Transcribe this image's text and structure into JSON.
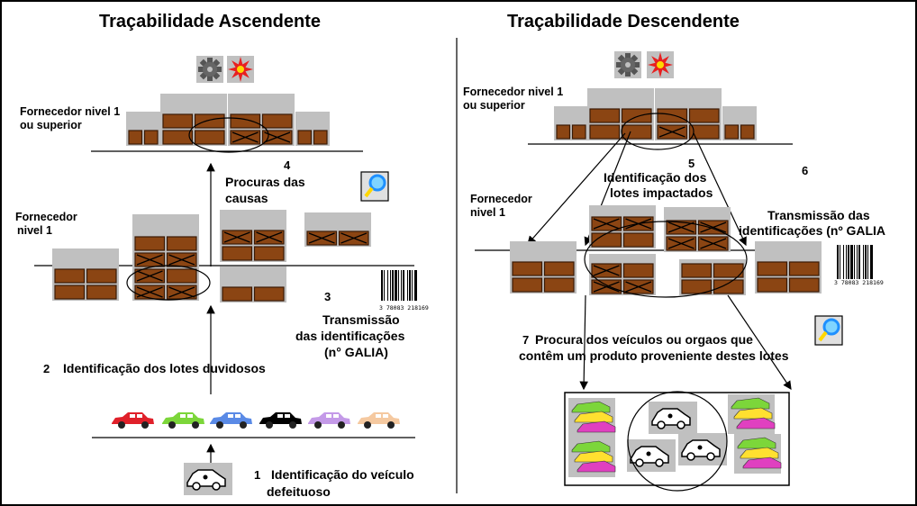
{
  "colors": {
    "brick": "#8B4513",
    "brick_dark": "#3a1a05",
    "pallet": "#c0c0c0",
    "magnifier": "#1e90ff",
    "car_colors": [
      "#e0202a",
      "#7cd63a",
      "#5a8ae6",
      "#000000",
      "#c49ae8",
      "#f5c9a0"
    ]
  },
  "icons": [
    "gear-icon",
    "explosion-icon",
    "magnifier-icon",
    "barcode-icon",
    "defective-car-icon",
    "car-icon"
  ],
  "left": {
    "title": "Traçabilidade Ascendente",
    "supplier_top": [
      "Fornecedor nivel 1",
      "ou superior"
    ],
    "supplier_1": [
      "Fornecedor",
      "nivel 1"
    ],
    "step4_num": "4",
    "step4": [
      "Procuras das",
      "causas"
    ],
    "step3_num": "3",
    "step3": [
      "Transmissão",
      "das identificações",
      "(n°   GALIA)"
    ],
    "step2_num": "2",
    "step2": "Identificação dos lotes duvidosos",
    "step1_num": "1",
    "step1": [
      "Identificação do veículo",
      "defeituoso"
    ],
    "barcode": "3   78083   218169"
  },
  "right": {
    "title": "Traçabilidade Descendente",
    "supplier_top": [
      "Fornecedor nivel 1",
      "ou superior"
    ],
    "supplier_1": [
      "Fornecedor",
      "nivel 1"
    ],
    "step5_num": "5",
    "step5": [
      "Identificação dos",
      "lotes impactados"
    ],
    "step6_num": "6",
    "step6": [
      "Transmissão das",
      "identificações (nº GALIA"
    ],
    "step7_num": "7",
    "step7": [
      "Procura dos veículos ou orgaos que",
      "contêm um produto proveniente destes lotes"
    ],
    "barcode": "3   78083   218169"
  }
}
